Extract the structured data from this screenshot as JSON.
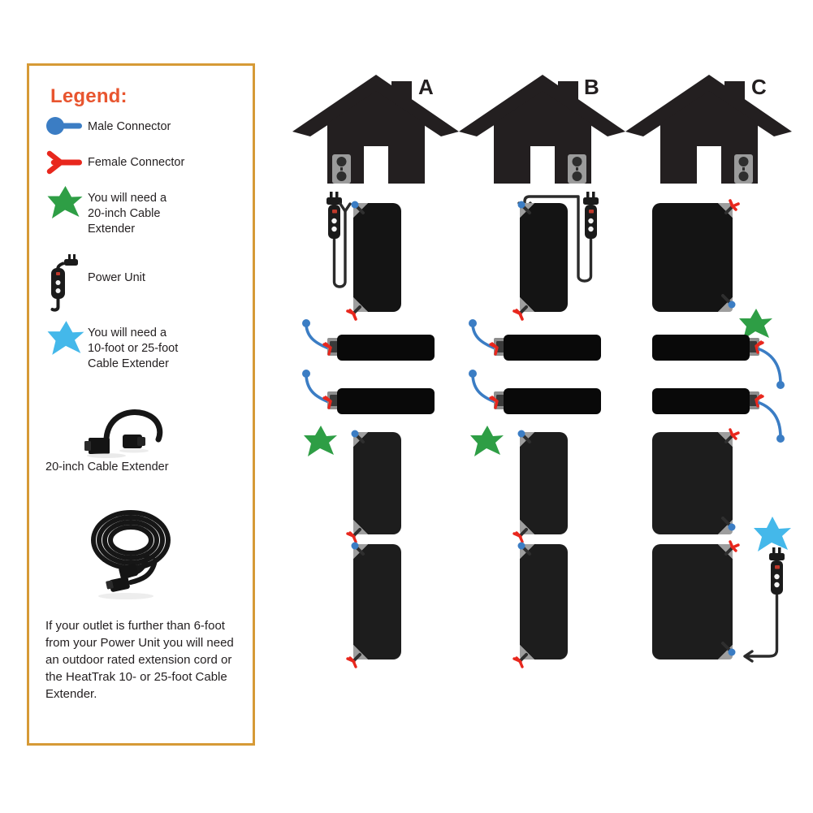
{
  "colors": {
    "frame": "#d69a36",
    "legend_title": "#e8552f",
    "male_connector": "#3b7dc4",
    "female_connector": "#e8271d",
    "star_green": "#2e9e45",
    "star_blue": "#44b8ea",
    "mat_black": "#141414",
    "mat_bevel": "#8e8e8e",
    "house_black": "#231f20",
    "background": "#ffffff"
  },
  "legend": {
    "title": "Legend:",
    "items": [
      {
        "icon": "male-connector-icon",
        "label": "Male Connector"
      },
      {
        "icon": "female-connector-icon",
        "label": "Female Connector"
      },
      {
        "icon": "green-star-icon",
        "label": "You will need a\n20-inch Cable\nExtender"
      },
      {
        "icon": "power-unit-icon",
        "label": "Power Unit"
      },
      {
        "icon": "blue-star-icon",
        "label": "You will need a\n10-foot or 25-foot\nCable Extender"
      }
    ],
    "extender_caption": "20-inch Cable Extender",
    "note": "If your outlet is further than 6-foot from your Power Unit you will need an outdoor rated extension cord or the HeatTrak 10- or 25-foot Cable Extender."
  },
  "diagram": {
    "columns": [
      {
        "letter": "A",
        "outlet_side": "left",
        "power_unit_side": "left",
        "connector_side": "left",
        "stars": [
          {
            "type": "green",
            "label": "20-inch Cable Extender"
          }
        ]
      },
      {
        "letter": "B",
        "outlet_side": "right",
        "power_unit_side": "right",
        "connector_side": "left",
        "stars": [
          {
            "type": "green",
            "label": "20-inch Cable Extender"
          }
        ]
      },
      {
        "letter": "C",
        "outlet_side": "right",
        "power_unit_side": "right",
        "connector_side": "right",
        "stars": [
          {
            "type": "green",
            "label": "20-inch Cable Extender"
          },
          {
            "type": "blue",
            "label": "10-foot or 25-foot Cable Extender"
          }
        ]
      }
    ]
  }
}
